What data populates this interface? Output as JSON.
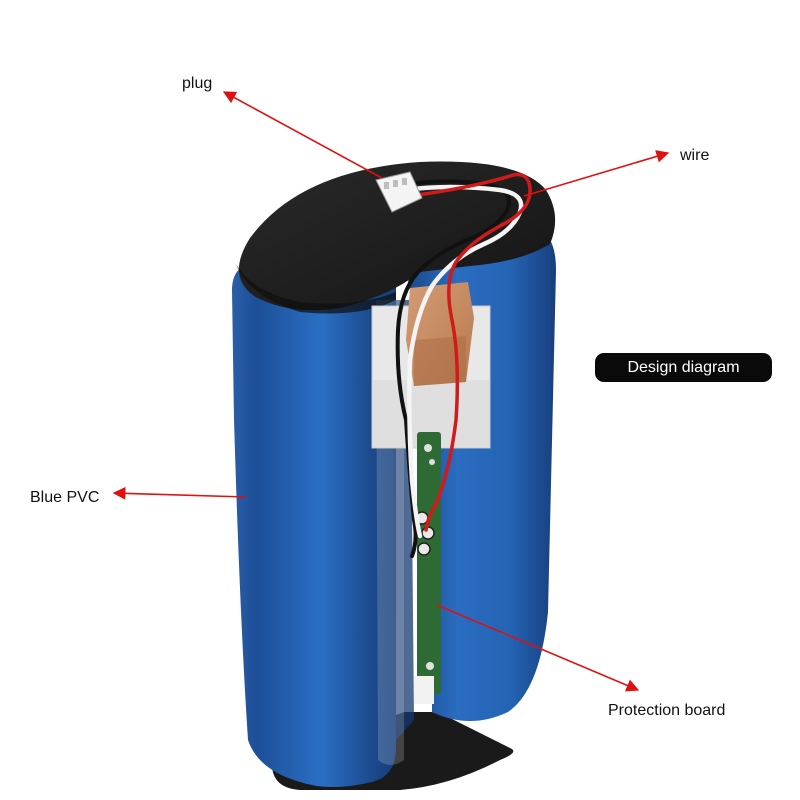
{
  "labels": {
    "plug": "plug",
    "wire": "wire",
    "blue_pvc": "Blue PVC",
    "protection_board": "Protection board"
  },
  "badge": {
    "text": "Design diagram"
  },
  "colors": {
    "arrow": "#e01010",
    "pvc_blue": "#1f5fae",
    "cap_black": "#1c1c1c",
    "board_green": "#2e6b34",
    "badge_bg": "#0a0a0a"
  }
}
